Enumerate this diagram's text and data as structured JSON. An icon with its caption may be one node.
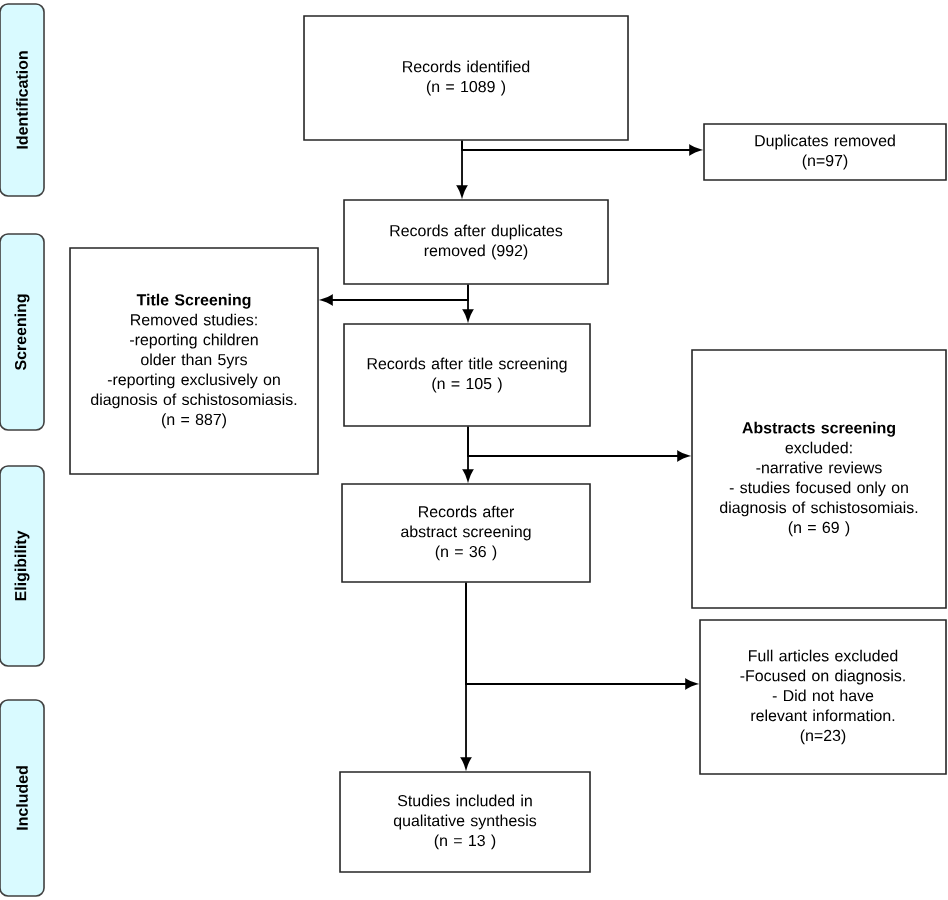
{
  "diagram": {
    "nodes": [
      {
        "text": [
          "Records identified",
          "(n = 1089 )"
        ]
      },
      {
        "text": [
          "Duplicates removed",
          "(n=97)"
        ]
      },
      {
        "text": [
          "Records after duplicates removed (992)"
        ]
      },
      {
        "text": [
          "**Title Screening**",
          "Removed studies:",
          "-reporting children older than 5yrs",
          "-reporting exclusively on diagnosis of schistosomiasis.",
          "(n = 887)"
        ]
      },
      {
        "text": [
          "Records after title screening",
          "(n = 105 )"
        ]
      },
      {
        "text": [
          "**Abstracts screening**",
          "excluded:",
          "-narrative reviews",
          "- studies focused only on diagnosis of schistosomiais.",
          "(n = 69 )"
        ]
      },
      {
        "text": [
          "Records after abstract screening",
          "(n = 36 )"
        ]
      },
      {
        "text": [
          "Full articles excluded",
          "-Focused on diagnosis.",
          "- Did not have relevant information.",
          "(n=23)"
        ]
      },
      {
        "text": [
          "Studies included in qualitative synthesis",
          "(n = 13 )"
        ]
      },
      {
        "text": [
          "Identification"
        ]
      },
      {
        "text": [
          "Screening"
        ]
      },
      {
        "text": [
          "Eligibility"
        ]
      },
      {
        "text": [
          "Included"
        ]
      }
    ],
    "edges": [
      {
        "from": 0,
        "to": 2,
        "arrow": "to"
      },
      {
        "from": 0,
        "to": 1,
        "arrow": "to"
      },
      {
        "from": 2,
        "to": 4,
        "arrow": "to"
      },
      {
        "from": 2,
        "to": 3,
        "arrow": "to"
      },
      {
        "from": 4,
        "to": 6,
        "arrow": "to"
      },
      {
        "from": 4,
        "to": 5,
        "arrow": "to"
      },
      {
        "from": 6,
        "to": 8,
        "arrow": "to"
      },
      {
        "from": 6,
        "to": 7,
        "arrow": "to"
      }
    ]
  }
}
